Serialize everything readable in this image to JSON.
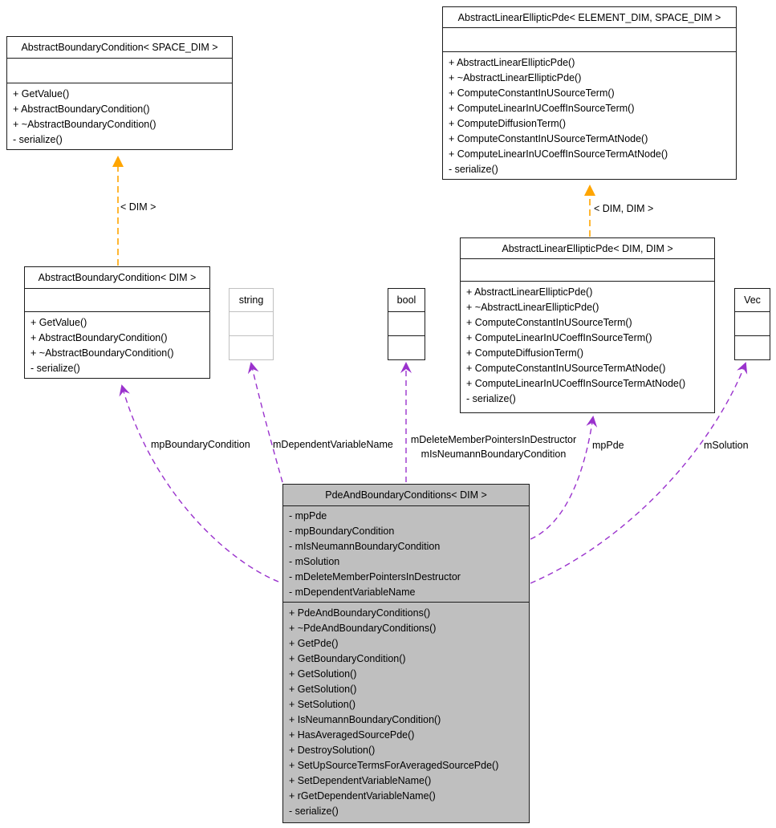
{
  "diagram": {
    "classes": [
      {
        "title": "AbstractBoundaryCondition< SPACE_DIM >",
        "methods": [
          "+ GetValue()",
          "+ AbstractBoundaryCondition()",
          "+ ~AbstractBoundaryCondition()",
          "- serialize()"
        ]
      },
      {
        "title": "AbstractLinearEllipticPde< ELEMENT_DIM, SPACE_DIM >",
        "methods": [
          "+ AbstractLinearEllipticPde()",
          "+ ~AbstractLinearEllipticPde()",
          "+ ComputeConstantInUSourceTerm()",
          "+ ComputeLinearInUCoeffInSourceTerm()",
          "+ ComputeDiffusionTerm()",
          "+ ComputeConstantInUSourceTermAtNode()",
          "+ ComputeLinearInUCoeffInSourceTermAtNode()",
          "- serialize()"
        ]
      },
      {
        "title": "AbstractBoundaryCondition< DIM >",
        "methods": [
          "+ GetValue()",
          "+ AbstractBoundaryCondition()",
          "+ ~AbstractBoundaryCondition()",
          "- serialize()"
        ]
      },
      {
        "title": "string"
      },
      {
        "title": "bool"
      },
      {
        "title": "AbstractLinearEllipticPde< DIM, DIM >",
        "methods": [
          "+ AbstractLinearEllipticPde()",
          "+ ~AbstractLinearEllipticPde()",
          "+ ComputeConstantInUSourceTerm()",
          "+ ComputeLinearInUCoeffInSourceTerm()",
          "+ ComputeDiffusionTerm()",
          "+ ComputeConstantInUSourceTermAtNode()",
          "+ ComputeLinearInUCoeffInSourceTermAtNode()",
          "- serialize()"
        ]
      },
      {
        "title": "Vec"
      },
      {
        "title": "PdeAndBoundaryConditions< DIM >",
        "attributes": [
          "- mpPde",
          "- mpBoundaryCondition",
          "- mIsNeumannBoundaryCondition",
          "- mSolution",
          "- mDeleteMemberPointersInDestructor",
          "- mDependentVariableName"
        ],
        "methods": [
          "+ PdeAndBoundaryConditions()",
          "+ ~PdeAndBoundaryConditions()",
          "+ GetPde()",
          "+ GetBoundaryCondition()",
          "+ GetSolution()",
          "+ GetSolution()",
          "+ SetSolution()",
          "+ IsNeumannBoundaryCondition()",
          "+ HasAveragedSourcePde()",
          "+ DestroySolution()",
          "+ SetUpSourceTermsForAveragedSourcePde()",
          "+ SetDependentVariableName()",
          "+ rGetDependentVariableName()",
          "- serialize()"
        ]
      }
    ],
    "edges": {
      "instantiation": [
        {
          "label": "< DIM >"
        },
        {
          "label": "< DIM, DIM >"
        }
      ],
      "usage": [
        {
          "label": "mpBoundaryCondition"
        },
        {
          "label": "mDependentVariableName"
        },
        {
          "label": "mDeleteMemberPointersInDestructor"
        },
        {
          "label": "mIsNeumannBoundaryCondition"
        },
        {
          "label": "mpPde"
        },
        {
          "label": "mSolution"
        }
      ]
    },
    "colors": {
      "instantiation_arrow": "#FFA500",
      "usage_arrow": "#9A32CD",
      "highlighted_class_fill": "#BFBFBF",
      "class_border": "#1c1c1c",
      "external_class_border": "#C0C0C0"
    }
  }
}
